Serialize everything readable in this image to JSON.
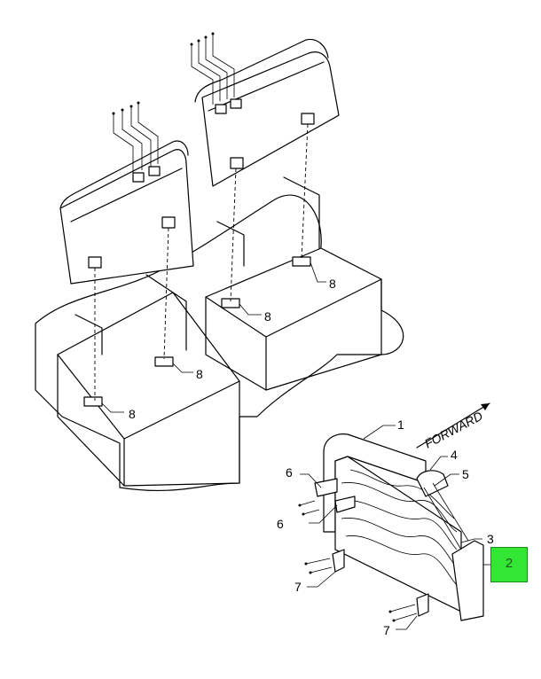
{
  "callouts": {
    "c1": "1",
    "c2": "2",
    "c3": "3",
    "c4": "4",
    "c5": "5",
    "c6a": "6",
    "c6b": "6",
    "c7a": "7",
    "c7b": "7",
    "c8a": "8",
    "c8b": "8",
    "c8c": "8",
    "c8d": "8"
  },
  "direction_label": "FORWARD",
  "highlight": {
    "callout": "2",
    "color": "#33e633"
  }
}
